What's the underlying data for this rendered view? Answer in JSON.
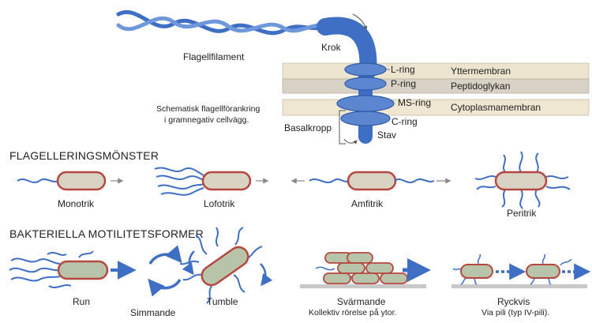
{
  "colors": {
    "flagellum": "#3f6fc4",
    "flagellum_light": "#6f97dc",
    "membrane_outer": "#ece4cf",
    "membrane_pg": "#d8d2c6",
    "membrane_cyto": "#efe7d2",
    "cell_fill": "#d9d3c4",
    "cell_fill_green": "#b8c4a9",
    "cell_border": "#b5473f",
    "ground": "#c8c8c8",
    "arrow_grey": "#888888"
  },
  "anatomy": {
    "flagellfilament": "Flagellfilament",
    "krok": "Krok",
    "l_ring": "L-ring",
    "p_ring": "P-ring",
    "ms_ring": "MS-ring",
    "c_ring": "C-ring",
    "stav": "Stav",
    "basalkropp": "Basalkropp",
    "yttermembran": "Yttermembran",
    "peptidoglykan": "Peptidoglykan",
    "cytoplasmamembran": "Cytoplasmamembran",
    "caption_line1": "Schematisk flagellförankring",
    "caption_line2": "i gramnegativ cellvägg."
  },
  "patterns": {
    "heading": "FLAGELLERINGSMÖNSTER",
    "monotrik": "Monotrik",
    "lofotrik": "Lofotrik",
    "amfitrik": "Amfitrik",
    "peritrik": "Peritrik"
  },
  "motility": {
    "heading": "BAKTERIELLA MOTILITETSFORMER",
    "run": "Run",
    "simmande": "Simmande",
    "tumble": "Tumble",
    "svarmande": "Svärmande",
    "svarmande_sub": "Kollektiv rörelse på ytor.",
    "ryckvis": "Ryckvis",
    "ryckvis_sub": "Via pili (typ IV-pili)."
  }
}
